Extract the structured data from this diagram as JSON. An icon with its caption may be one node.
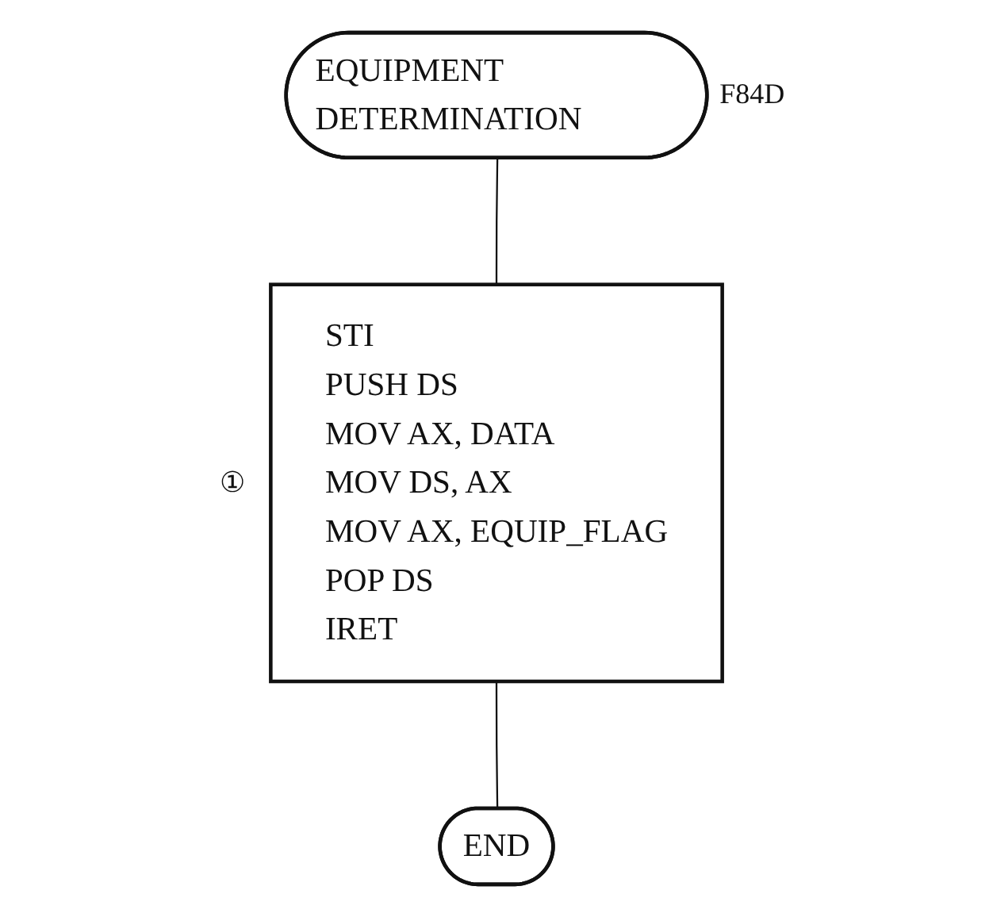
{
  "diagram": {
    "nodes": [
      {
        "text": [
          "EQUIPMENT DETERMINATION"
        ],
        "beside": [
          "F84D"
        ]
      },
      {
        "text": [
          "STI",
          "PUSH DS",
          "MOV AX, DATA",
          "MOV DS, AX",
          "MOV AX, EQUIP_FLAG",
          "POP DS",
          "IRET"
        ],
        "beside": [
          "①"
        ]
      },
      {
        "text": [
          "END"
        ]
      }
    ],
    "edges": [
      {
        "from": 0,
        "to": 1,
        "arrow": "none"
      },
      {
        "from": 1,
        "to": 2,
        "arrow": "none"
      }
    ]
  }
}
